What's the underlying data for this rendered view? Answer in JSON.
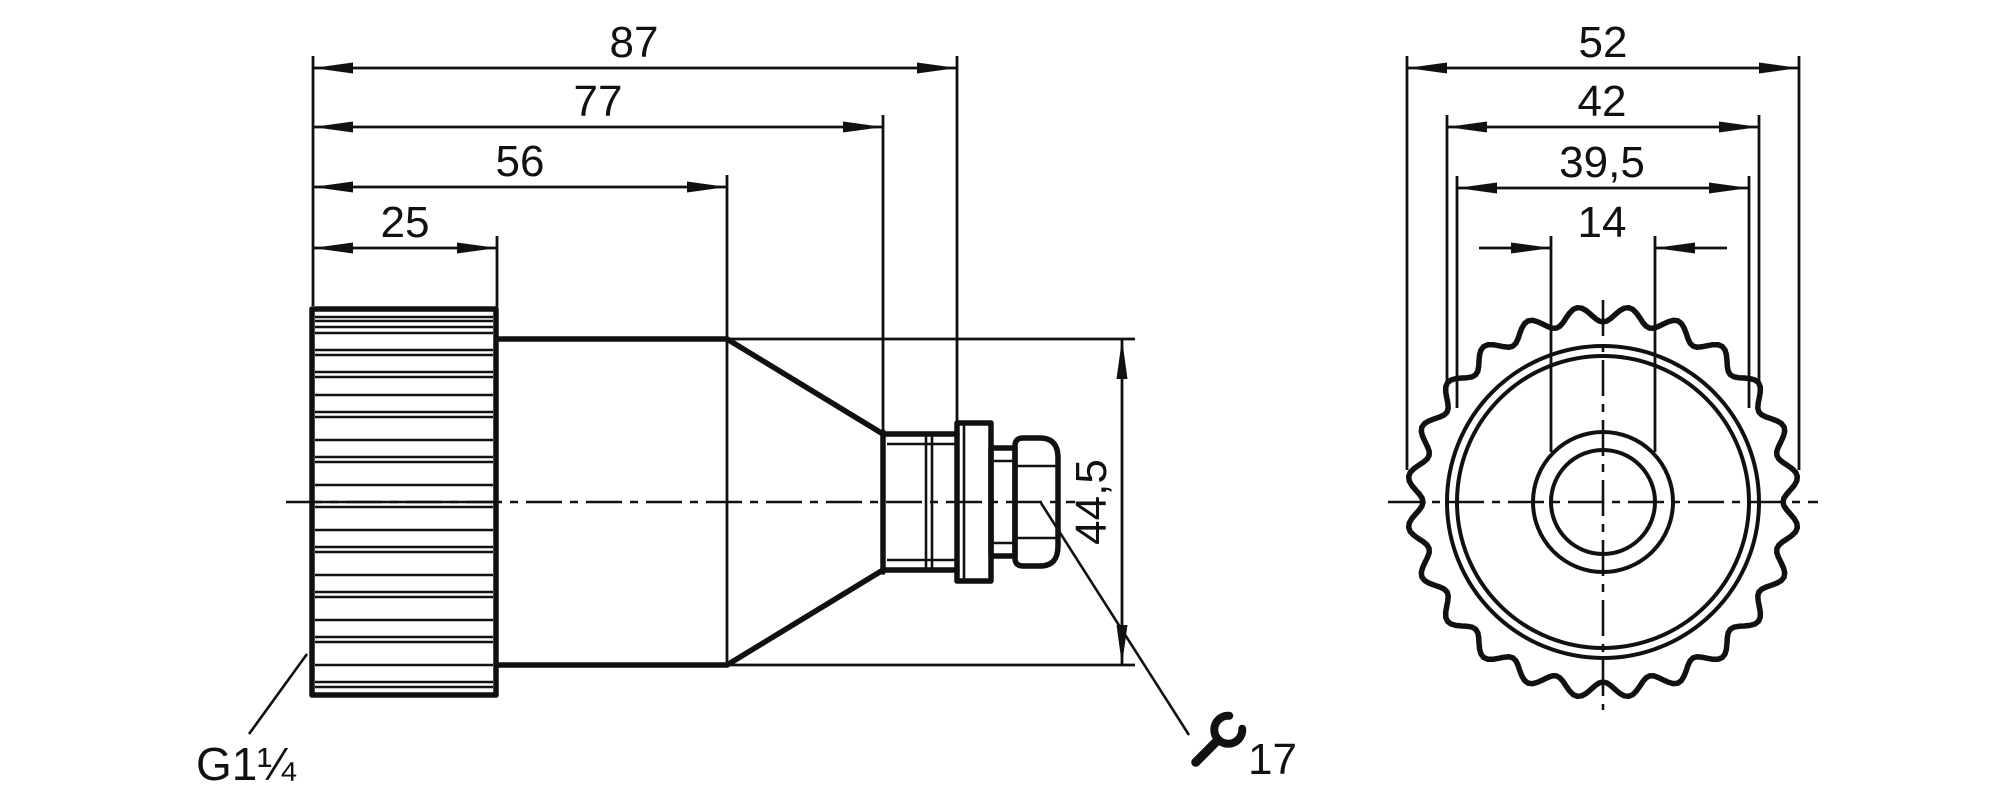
{
  "drawing": {
    "side_view": {
      "dim_87": "87",
      "dim_77": "77",
      "dim_56": "56",
      "dim_25": "25",
      "dim_height": "44,5",
      "thread_label": "G1¼",
      "wrench_size": "17"
    },
    "front_view": {
      "dim_52": "52",
      "dim_42": "42",
      "dim_39_5": "39,5",
      "dim_14": "14"
    }
  }
}
